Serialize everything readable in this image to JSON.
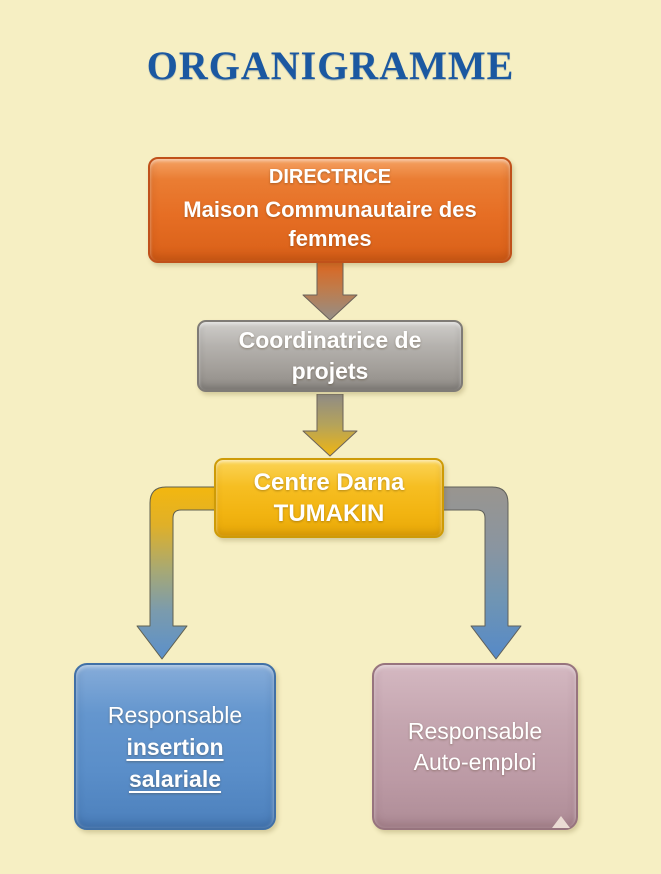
{
  "title": {
    "text": "ORGANIGRAMME",
    "color": "#1B58A1"
  },
  "background_color": "#F6EFC3",
  "org_chart": {
    "type": "org-chart",
    "root": {
      "line1": "DIRECTRICE",
      "line2": "Maison Communautaire des femmes",
      "fill": "#E66E24"
    },
    "level2": {
      "label": "Coordinatrice de projets",
      "fill": "#A29E99"
    },
    "level3": {
      "line1": "Centre Darna",
      "line2": "TUMAKIN",
      "fill": "#F2B411"
    },
    "leaf_left": {
      "line1": "Responsable",
      "line2": "insertion",
      "line3": "salariale",
      "fill": "#5A8EC9"
    },
    "leaf_right": {
      "line1": "Responsable",
      "line2": "Auto-emploi",
      "fill": "#BC9AA5"
    },
    "edges": [
      {
        "from": "DIRECTRICE Maison Communautaire des femmes",
        "to": "Coordinatrice de projets",
        "style": "block-arrow-down",
        "gradient": [
          "#DD651F",
          "#938E89"
        ]
      },
      {
        "from": "Coordinatrice de projets",
        "to": "Centre Darna TUMAKIN",
        "style": "block-arrow-down",
        "gradient": [
          "#8F8B86",
          "#EFB512"
        ]
      },
      {
        "from": "Centre Darna TUMAKIN",
        "to": "Responsable insertion salariale",
        "style": "elbow-arrow-left-down",
        "gradient": [
          "#F3B70F",
          "#5B90CB"
        ]
      },
      {
        "from": "Centre Darna TUMAKIN",
        "to": "Responsable Auto-emploi",
        "style": "elbow-arrow-right-down",
        "gradient": [
          "#99958F",
          "#5589C8"
        ]
      }
    ]
  }
}
